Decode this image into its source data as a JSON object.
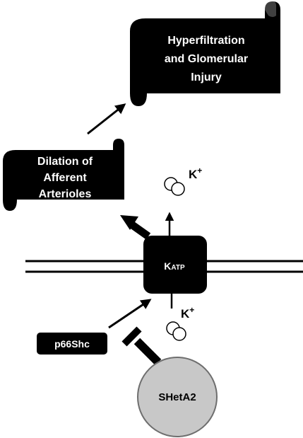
{
  "boxes": {
    "top": {
      "lines": [
        "Hyperfiltration",
        "and Glomerular",
        "Injury"
      ]
    },
    "dilation": {
      "lines": [
        "Dilation of",
        "Afferent",
        "Arterioles"
      ]
    },
    "channel": {
      "main": "K",
      "sub": "ATP"
    },
    "p66": {
      "label": "p66Shc"
    },
    "sheta": {
      "label": "SHetA2"
    }
  },
  "ions": {
    "upper": {
      "base": "K",
      "charge": "+"
    },
    "lower": {
      "base": "K",
      "charge": "+"
    }
  },
  "colors": {
    "box_fill": "#000000",
    "box_text": "#ffffff",
    "circle_fill": "#c8c8c8",
    "circle_stroke": "#6e6e6e",
    "stroke": "#000000"
  }
}
